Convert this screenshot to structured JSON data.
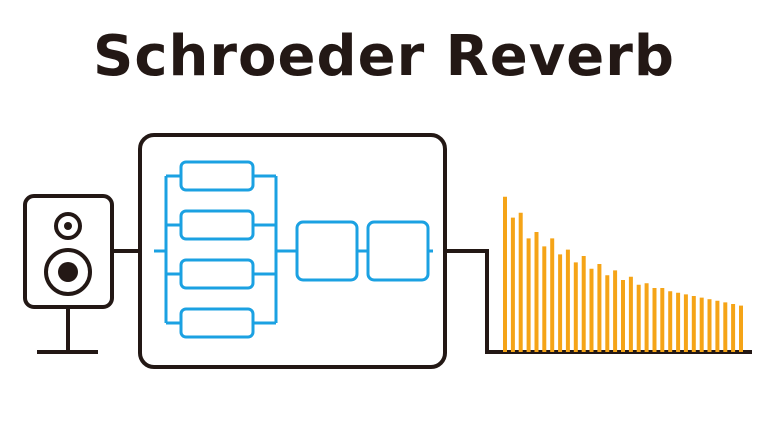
{
  "title": "Schroeder Reverb",
  "colors": {
    "ink": "#231815",
    "filter_blue": "#1ba1e2",
    "impulse_orange": "#f5a417",
    "background": "#ffffff"
  },
  "icons": {
    "source": "speaker-icon"
  },
  "diagram": {
    "parallel_comb_filters": 4,
    "series_allpass_filters": 2
  },
  "impulse_response": {
    "type": "bar",
    "values": [
      0.97,
      0.84,
      0.87,
      0.71,
      0.75,
      0.66,
      0.71,
      0.61,
      0.64,
      0.56,
      0.6,
      0.52,
      0.55,
      0.48,
      0.51,
      0.45,
      0.47,
      0.42,
      0.43,
      0.4,
      0.4,
      0.38,
      0.37,
      0.36,
      0.35,
      0.34,
      0.33,
      0.32,
      0.31,
      0.3,
      0.29
    ]
  }
}
